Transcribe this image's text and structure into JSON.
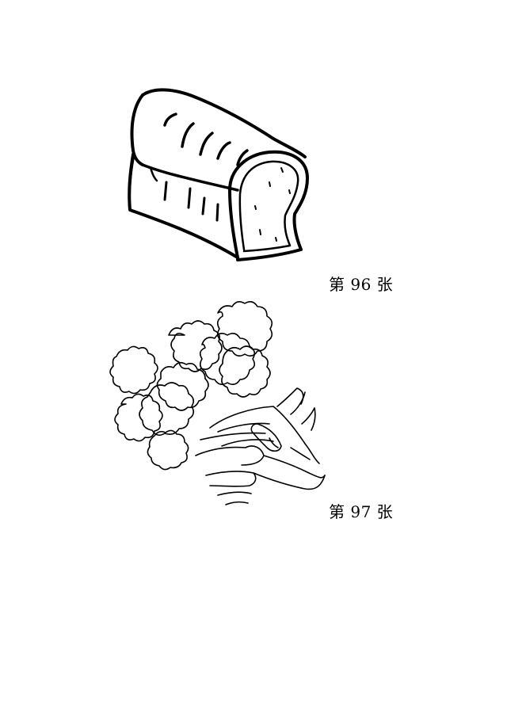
{
  "items": [
    {
      "caption": "第 96 张",
      "illustration": "bread-loaf"
    },
    {
      "caption": "第 97 张",
      "illustration": "broccoli-in-hand"
    }
  ]
}
